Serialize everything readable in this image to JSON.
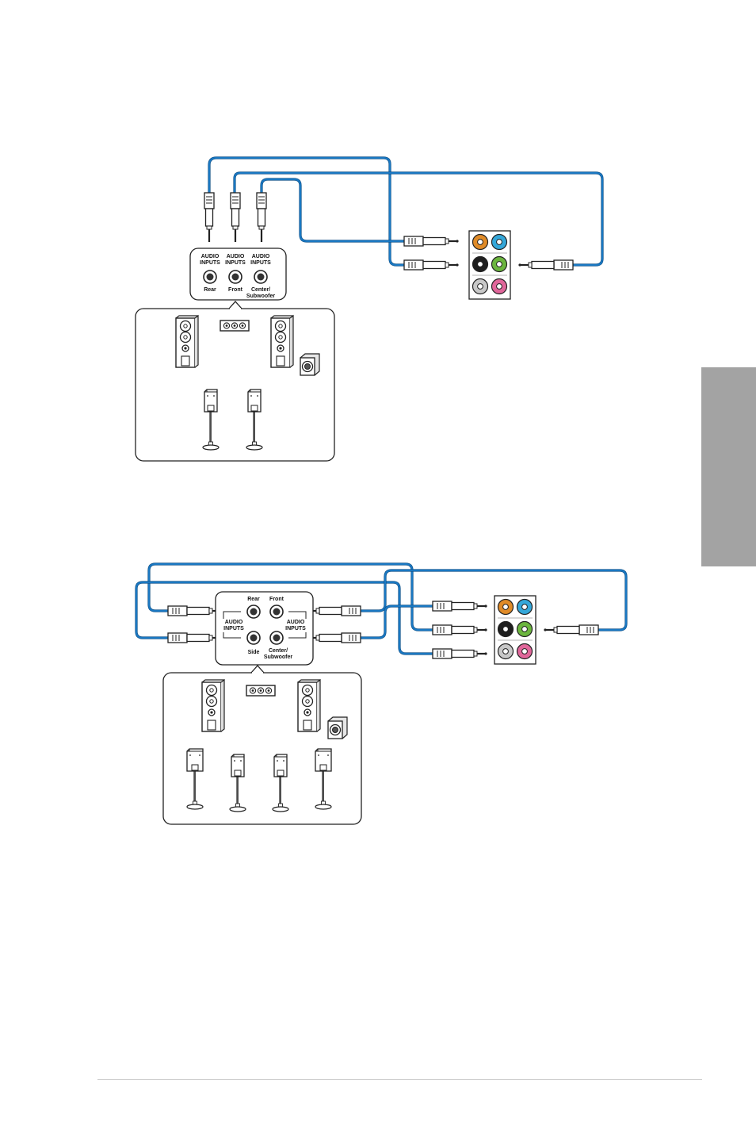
{
  "colors": {
    "cable": "#1a78c2",
    "tab": "#a3a3a3",
    "port_orange": "#e08b28",
    "port_blue": "#34a7d9",
    "port_black": "#1e1e1e",
    "port_green": "#6bb53e",
    "port_gray": "#c8c8c8",
    "port_pink": "#e0669a"
  },
  "diagram_a": {
    "inputs": [
      {
        "title": "AUDIO\nINPUTS",
        "jack": "Rear"
      },
      {
        "title": "AUDIO\nINPUTS",
        "jack": "Front"
      },
      {
        "title": "AUDIO\nINPUTS",
        "jack": "Center/\nSubwoofer"
      }
    ]
  },
  "diagram_b": {
    "labels": {
      "rear": "Rear",
      "front": "Front",
      "side": "Side",
      "center": "Center/\nSubwoofer",
      "inputs_left": "AUDIO\nINPUTS",
      "inputs_right": "AUDIO\nINPUTS"
    }
  }
}
